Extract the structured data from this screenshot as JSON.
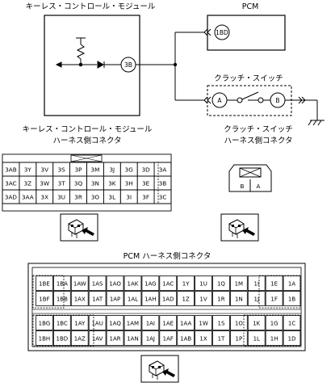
{
  "labels": {
    "keyless_module": "キーレス・コントロール・モジュール",
    "pcm": "PCM",
    "clutch_switch": "クラッチ・スイッチ",
    "keyless_connector_line1": "キーレス・コントロール・モジュール",
    "keyless_connector_line2": "ハーネス側コネクタ",
    "clutch_connector_line1": "クラッチ・スイッチ",
    "clutch_connector_line2": "ハーネス側コネクタ",
    "pcm_connector": "PCM ハーネス側コネクタ"
  },
  "terminals": {
    "module_pin": "3B",
    "pcm_pin": "1BD",
    "clutch_a": "A",
    "clutch_b": "B"
  },
  "keyless_connector_rows": [
    [
      "3AB",
      "3Y",
      "3V",
      "3S",
      "3P",
      "3M",
      "3J",
      "3G",
      "3D",
      "3A"
    ],
    [
      "3AC",
      "3Z",
      "3W",
      "3T",
      "3Q",
      "3N",
      "3K",
      "3H",
      "3E",
      "3B"
    ],
    [
      "3AD",
      "3AA",
      "3X",
      "3U",
      "3R",
      "3O",
      "3L",
      "3I",
      "3F",
      "3C"
    ]
  ],
  "clutch_connector_pins": [
    "B",
    "A"
  ],
  "pcm_connector_rows": [
    [
      "1BE",
      "1BA",
      "1AW",
      "1AS",
      "1AO",
      "1AK",
      "1AG",
      "1AC",
      "1Y",
      "1U",
      "1Q",
      "1M",
      "1I",
      "1E",
      "1A"
    ],
    [
      "1BF",
      "1BB",
      "1AX",
      "1AT",
      "1AP",
      "1AL",
      "1AH",
      "1AD",
      "1Z",
      "1V",
      "1R",
      "1N",
      "1J",
      "1F",
      "1B"
    ],
    [
      "1BG",
      "1BC",
      "1AY",
      "1AU",
      "1AQ",
      "1AM",
      "1AI",
      "1AE",
      "1AA",
      "1W",
      "1S",
      "1O",
      "1K",
      "1G",
      "1C"
    ],
    [
      "1BH",
      "1BD",
      "1AZ",
      "1AV",
      "1AR",
      "1AN",
      "1AJ",
      "1AF",
      "1AB",
      "1X",
      "1T",
      "1P",
      "1L",
      "1H",
      "1D"
    ]
  ]
}
